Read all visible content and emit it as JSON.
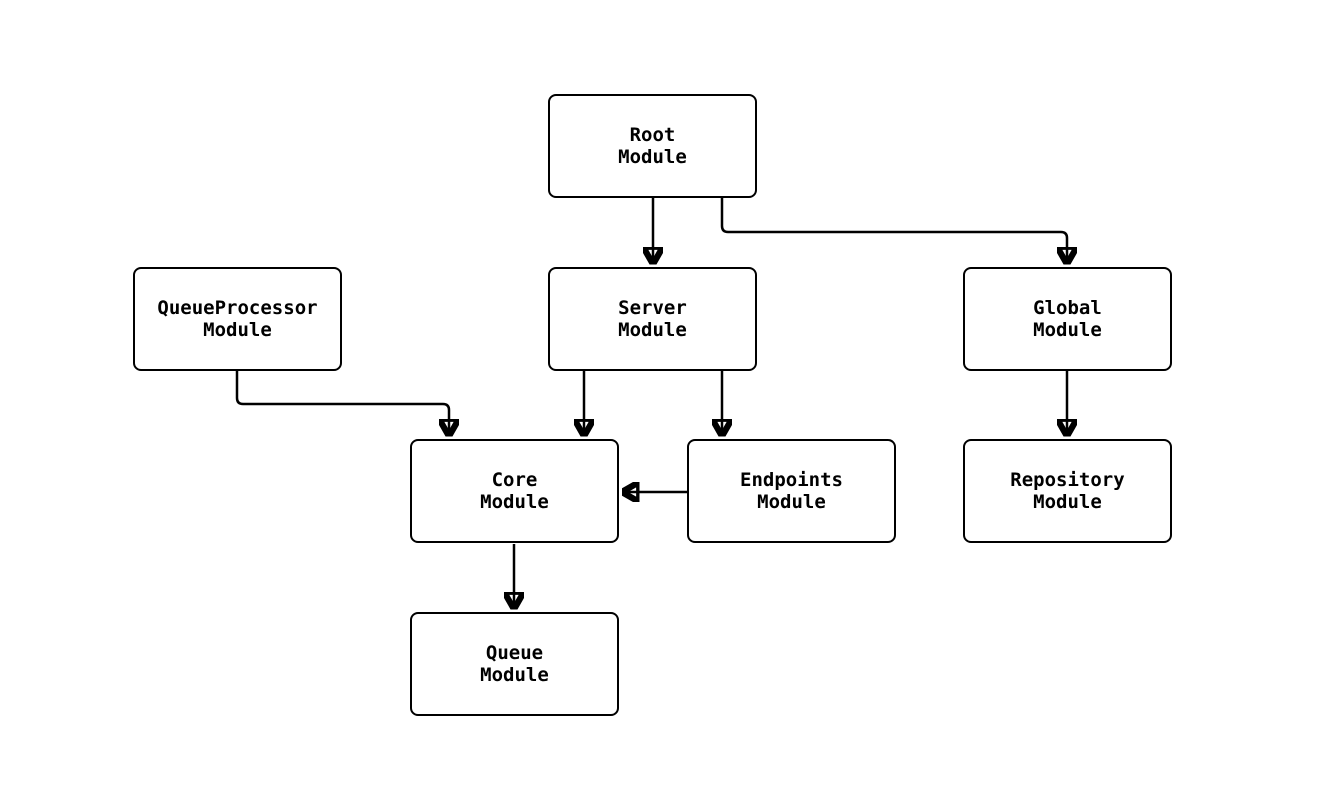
{
  "diagram": {
    "background_color": "#ffffff",
    "stroke_color": "#000000",
    "text_color": "#000000",
    "nodes": [
      {
        "id": "root",
        "line1": "Root",
        "line2": "Module"
      },
      {
        "id": "queueprocessor",
        "line1": "QueueProcessor",
        "line2": "Module"
      },
      {
        "id": "server",
        "line1": "Server",
        "line2": "Module"
      },
      {
        "id": "global",
        "line1": "Global",
        "line2": "Module"
      },
      {
        "id": "core",
        "line1": "Core",
        "line2": "Module"
      },
      {
        "id": "endpoints",
        "line1": "Endpoints",
        "line2": "Module"
      },
      {
        "id": "repository",
        "line1": "Repository",
        "line2": "Module"
      },
      {
        "id": "queue",
        "line1": "Queue",
        "line2": "Module"
      }
    ],
    "edges": [
      {
        "from": "root",
        "to": "server"
      },
      {
        "from": "root",
        "to": "global"
      },
      {
        "from": "queueprocessor",
        "to": "core"
      },
      {
        "from": "server",
        "to": "core"
      },
      {
        "from": "server",
        "to": "endpoints"
      },
      {
        "from": "endpoints",
        "to": "core"
      },
      {
        "from": "global",
        "to": "repository"
      },
      {
        "from": "core",
        "to": "queue"
      }
    ]
  }
}
